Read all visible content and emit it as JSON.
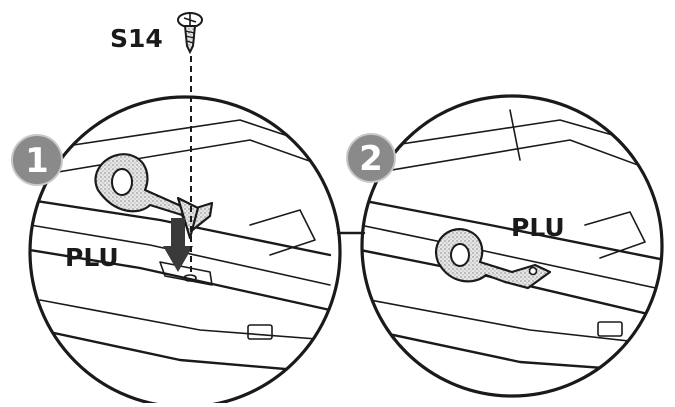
{
  "steps": [
    {
      "number": "1",
      "label": "PLU"
    },
    {
      "number": "2",
      "label": "PLU"
    }
  ],
  "screw_label": "S14",
  "colors": {
    "line": "#1a1a1a",
    "badge": "#8a8a8a",
    "background": "#ffffff"
  }
}
